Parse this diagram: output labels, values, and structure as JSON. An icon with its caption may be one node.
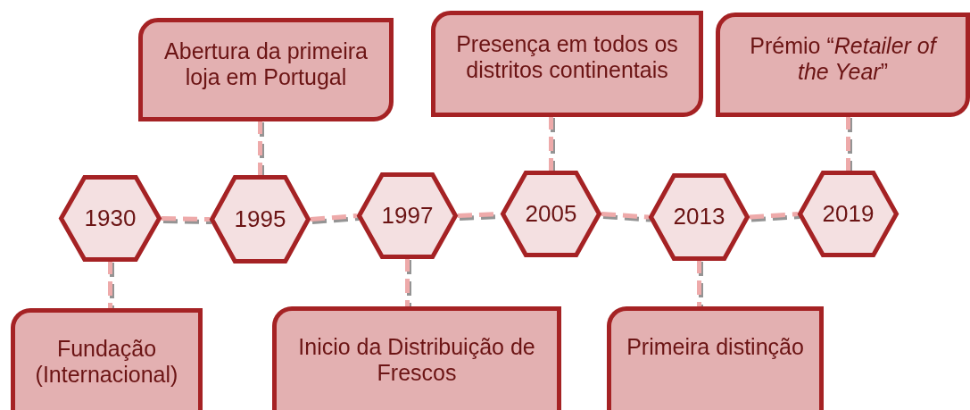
{
  "diagram": {
    "nodes": [
      {
        "text": [
          "1930"
        ]
      },
      {
        "text": [
          "1995"
        ]
      },
      {
        "text": [
          "1997"
        ]
      },
      {
        "text": [
          "2005"
        ]
      },
      {
        "text": [
          "2013"
        ]
      },
      {
        "text": [
          "2019"
        ]
      },
      {
        "text": [
          "Abertura da primeira loja em Portugal"
        ]
      },
      {
        "text": [
          "Presença em todos os distritos continentais"
        ]
      },
      {
        "text": [
          "Prémio “*Retailer of the Year*”"
        ]
      },
      {
        "text": [
          "Fundação (Internacional)"
        ]
      },
      {
        "text": [
          "Inicio da Distribuição de Frescos"
        ]
      },
      {
        "text": [
          "Primeira distinção"
        ]
      }
    ],
    "edges": [
      {
        "from": 0,
        "to": 1,
        "arrow": "none",
        "style": "dashed"
      },
      {
        "from": 1,
        "to": 2,
        "arrow": "none",
        "style": "dashed"
      },
      {
        "from": 2,
        "to": 3,
        "arrow": "none",
        "style": "dashed"
      },
      {
        "from": 3,
        "to": 4,
        "arrow": "none",
        "style": "dashed"
      },
      {
        "from": 4,
        "to": 5,
        "arrow": "none",
        "style": "dashed"
      },
      {
        "from": 0,
        "to": 9,
        "arrow": "none",
        "style": "dashed"
      },
      {
        "from": 1,
        "to": 6,
        "arrow": "none",
        "style": "dashed"
      },
      {
        "from": 2,
        "to": 10,
        "arrow": "none",
        "style": "dashed"
      },
      {
        "from": 3,
        "to": 7,
        "arrow": "none",
        "style": "dashed"
      },
      {
        "from": 4,
        "to": 11,
        "arrow": "none",
        "style": "dashed"
      },
      {
        "from": 5,
        "to": 8,
        "arrow": "none",
        "style": "dashed"
      }
    ]
  }
}
